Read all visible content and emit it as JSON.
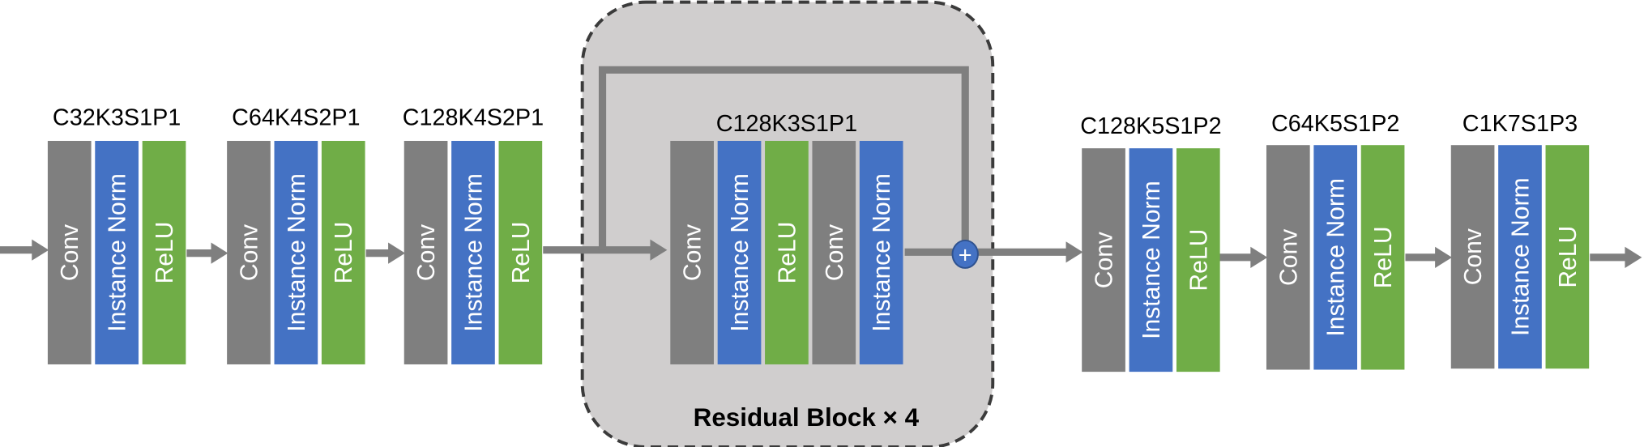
{
  "colors": {
    "conv": "#7f7f7f",
    "instance_norm": "#4472c4",
    "relu": "#70ad47",
    "arrow": "#7f7f7f",
    "residual_fill": "#d0cece",
    "residual_border": "#3b3b3b",
    "add_node": "#4472c4"
  },
  "layer_names": {
    "conv": "Conv",
    "instance_norm": "Instance Norm",
    "relu": "ReLU"
  },
  "blocks": [
    {
      "label": "C32K3S1P1",
      "layers": [
        "conv",
        "instance_norm",
        "relu"
      ]
    },
    {
      "label": "C64K4S2P1",
      "layers": [
        "conv",
        "instance_norm",
        "relu"
      ]
    },
    {
      "label": "C128K4S2P1",
      "layers": [
        "conv",
        "instance_norm",
        "relu"
      ]
    },
    {
      "label": "C128K3S1P1",
      "layers": [
        "conv",
        "instance_norm",
        "relu",
        "conv",
        "instance_norm"
      ]
    },
    {
      "label": "C128K5S1P2",
      "layers": [
        "conv",
        "instance_norm",
        "relu"
      ]
    },
    {
      "label": "C64K5S1P2",
      "layers": [
        "conv",
        "instance_norm",
        "relu"
      ]
    },
    {
      "label": "C1K7S1P3",
      "layers": [
        "conv",
        "instance_norm",
        "relu"
      ]
    }
  ],
  "residual": {
    "title": "Residual Block × 4",
    "add_symbol": "+"
  }
}
